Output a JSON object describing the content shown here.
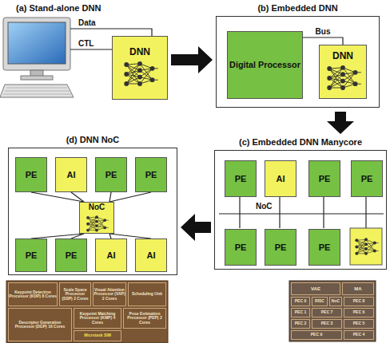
{
  "diagram": {
    "nodes": [
      {
        "text": [
          "DNN"
        ]
      },
      {
        "text": [
          "(b) Embedded DNN"
        ]
      },
      {
        "text": [
          "Digital Processor"
        ],
        "in": 1
      },
      {
        "text": [
          "DNN"
        ],
        "in": 1
      },
      {
        "text": [
          "(c) Embedded DNN Manycore"
        ]
      },
      {
        "text": [
          "PE"
        ],
        "in": 4
      },
      {
        "text": [
          "AI"
        ],
        "in": 4
      },
      {
        "text": [
          "PE"
        ],
        "in": 4
      },
      {
        "text": [
          "PE"
        ],
        "in": 4
      },
      {
        "text": [
          "PE"
        ],
        "in": 4
      },
      {
        "text": [
          "PE"
        ],
        "in": 4
      },
      {
        "text": [
          "PE"
        ],
        "in": 4
      },
      {
        "text": [
          "(d) DNN NoC"
        ]
      },
      {
        "text": [
          "PE"
        ],
        "in": 12
      },
      {
        "text": [
          "AI"
        ],
        "in": 12
      },
      {
        "text": [
          "PE"
        ],
        "in": 12
      },
      {
        "text": [
          "PE"
        ],
        "in": 12
      },
      {
        "text": [
          "NoC"
        ],
        "in": 12
      },
      {
        "text": [
          "PE"
        ],
        "in": 12
      },
      {
        "text": [
          "PE"
        ],
        "in": 12
      },
      {
        "text": [
          "AI"
        ],
        "in": 12
      },
      {
        "text": [
          "AI"
        ],
        "in": 12
      }
    ],
    "edges": [
      {
        "from": 2,
        "to": 3,
        "label": "Bus",
        "arrow": "none"
      },
      {
        "from": 13,
        "to": 17,
        "arrow": "none"
      },
      {
        "from": 14,
        "to": 17,
        "arrow": "none"
      },
      {
        "from": 15,
        "to": 17,
        "arrow": "none"
      },
      {
        "from": 16,
        "to": 17,
        "arrow": "none"
      },
      {
        "from": 18,
        "to": 17,
        "arrow": "none"
      },
      {
        "from": 19,
        "to": 17,
        "arrow": "none"
      },
      {
        "from": 20,
        "to": 17,
        "arrow": "none"
      },
      {
        "from": 21,
        "to": 17,
        "arrow": "none"
      }
    ],
    "labels": [
      "(a) Stand-alone DNN",
      "Data",
      "CTL",
      "NoC",
      "Keypoint Detection Processor (KDP) 8 Cores",
      "Scale Space Processor (SSP) 2 Cores",
      "Visual Attention Processor (VAP) 2 Cores",
      "Scheduling Unit",
      "Descriptor Generation Processor (DGP) 16 Cores",
      "Keypoint Matching Processor (KMP) 4 Cores",
      "Pose Estimation Processor (PEP) 2 Cores",
      "Microtask SIM",
      "VAE",
      "MA",
      "PEC 0",
      "RISC",
      "NoC",
      "PEC 8",
      "PEC 1",
      "PEC 7",
      "PEC 6",
      "PEC 2",
      "PEC 3",
      "PEC 5",
      "PEC 9",
      "PEC 4"
    ]
  }
}
